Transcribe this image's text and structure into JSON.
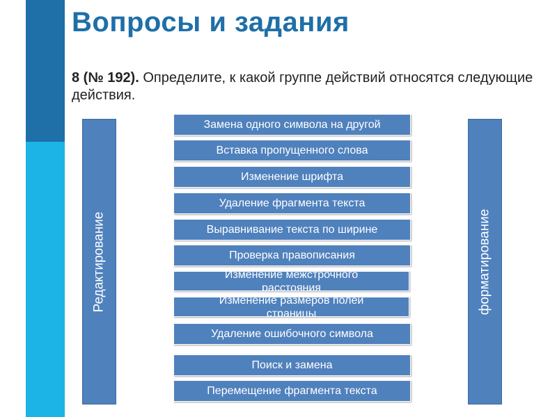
{
  "title": "Вопросы и задания",
  "question": {
    "number": "8 (№ 192).",
    "text": " Определите, к какой группе действий относятся следующие действия."
  },
  "groups": {
    "left": "Редактирование",
    "right": "форматирование"
  },
  "items": [
    "Замена одного символа на другой",
    "Вставка пропущенного слова",
    "Изменение шрифта",
    "Удаление фрагмента текста",
    "Выравнивание текста по ширине",
    "Проверка правописания",
    "Изменение межстрочного расстояния",
    "Изменение размеров полей страницы",
    "Удаление ошибочного символа",
    "Поиск и замена",
    "Перемещение фрагмента текста"
  ],
  "colors": {
    "title": "#1f6fa8",
    "accent_dark": "#1f6fa8",
    "accent_light": "#1cb3e6",
    "box": "#4f81bd"
  }
}
